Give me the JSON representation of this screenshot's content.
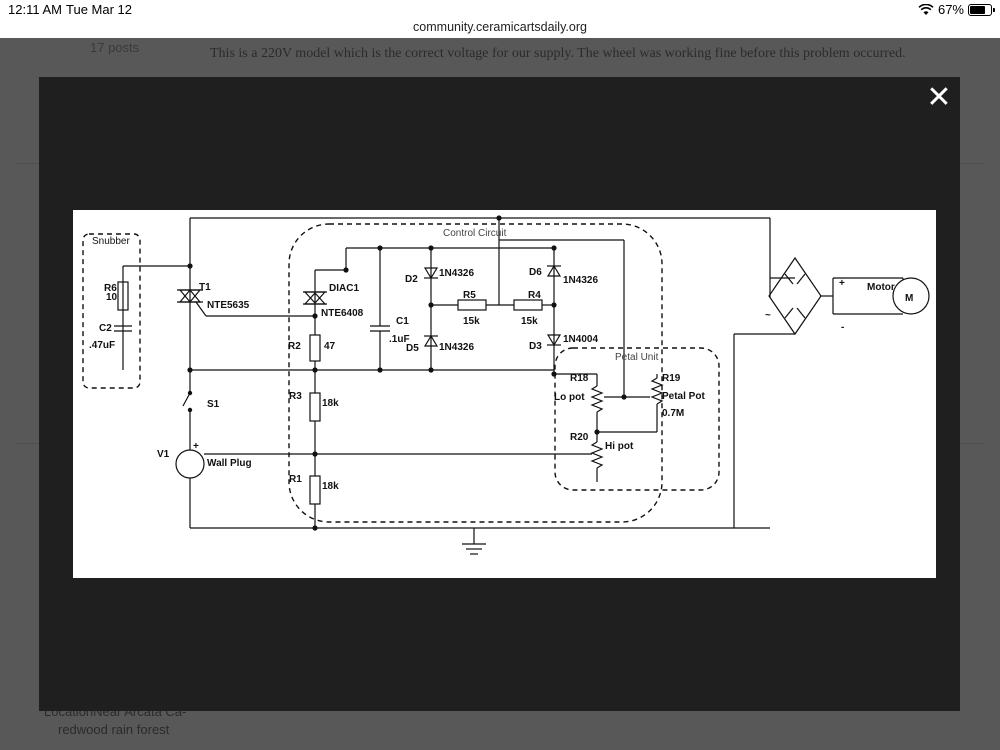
{
  "status_bar": {
    "time": "12:11 AM",
    "date": "Tue Mar 12",
    "battery_percent": "67%",
    "wifi_icon": "wifi-icon",
    "battery_icon": "battery-icon"
  },
  "url_bar": {
    "domain": "community.ceramicartsdaily.org"
  },
  "background_page": {
    "posts_count": "17 posts",
    "post_text": "This is a 220V model which is the correct voltage for our supply. The wheel was working fine before this problem occurred.",
    "location_line": "LocationNear Arcata Ca-",
    "location_line2": "redwood rain forest"
  },
  "lightbox": {
    "close_icon": "close-icon",
    "close_symbol": "✕"
  },
  "schematic": {
    "group_snubber": "Snubber",
    "group_control": "Control Circuit",
    "group_petal": "Petal Unit",
    "R6": "R6",
    "R6_val": "10",
    "C2": "C2",
    "C2_val": ".47uF",
    "T1": "T1",
    "T1_part": "NTE5635",
    "DIAC1": "DIAC1",
    "DIAC1_part": "NTE6408",
    "R2": "R2",
    "R2_val": "47",
    "C1": "C1",
    "C1_val": ".1uF",
    "D2": "D2",
    "D2_part": "1N4326",
    "D5": "D5",
    "D5_part": "1N4326",
    "R5": "R5",
    "R5_val": "15k",
    "R4": "R4",
    "R4_val": "15k",
    "D6": "D6",
    "D6_part": "1N4326",
    "D3": "D3",
    "D3_part": "1N4004",
    "R3": "R3",
    "R3_val": "18k",
    "R1": "R1",
    "R1_val": "18k",
    "S1": "S1",
    "V1": "V1",
    "V1_name": "Wall Plug",
    "R18": "R18",
    "R18_name": "Lo pot",
    "R19": "R19",
    "R19_name": "Petal Pot",
    "R19_val": "0.7M",
    "R20": "R20",
    "R20_name": "Hi pot",
    "motor": "Motor",
    "motor_symbol": "M",
    "plus": "+",
    "minus": "-",
    "tilde": "~"
  }
}
